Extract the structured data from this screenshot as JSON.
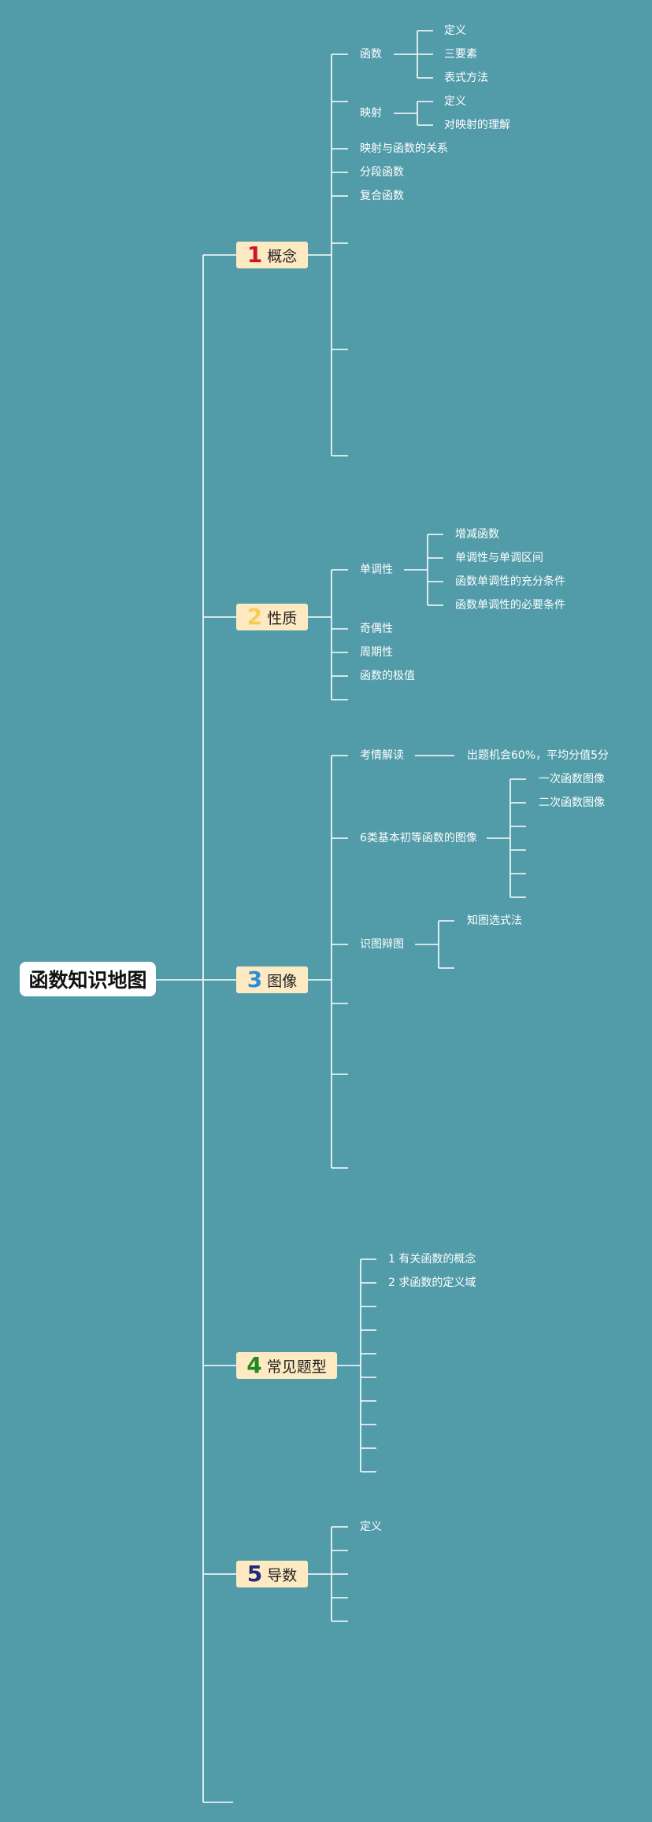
{
  "root": {
    "label": "函数知识地图"
  },
  "branches": [
    {
      "num": "1",
      "num_color": "#d0142c",
      "label": "概念"
    },
    {
      "num": "2",
      "num_color": "#f5cd55",
      "label": "性质"
    },
    {
      "num": "3",
      "num_color": "#2a8fd6",
      "label": "图像"
    },
    {
      "num": "4",
      "num_color": "#1f8a1f",
      "label": "常见题型"
    },
    {
      "num": "5",
      "num_color": "#1f2b7a",
      "label": "导数"
    }
  ],
  "concept": {
    "hanshu": {
      "label": "函数",
      "children": [
        "定义",
        "三要素",
        "表式方法"
      ]
    },
    "yingshe": {
      "label": "映射",
      "children": [
        "定义",
        "对映射的理解"
      ]
    },
    "others": [
      "映射与函数的关系",
      "分段函数",
      "复合函数"
    ]
  },
  "property": {
    "dandiao": {
      "label": "单调性",
      "children": [
        "增减函数",
        "单调性与单调区间",
        "函数单调性的充分条件",
        "函数单调性的必要条件"
      ]
    },
    "others": [
      "奇偶性",
      "周期性",
      "函数的极值"
    ]
  },
  "graph": {
    "kaoqing": {
      "label": "考情解读",
      "child": "出题机会60%，平均分值5分"
    },
    "basic": {
      "label": "6类基本初等函数的图像",
      "children": [
        "一次函数图像",
        "二次函数图像"
      ]
    },
    "shitu": {
      "label": "识图辩图",
      "children": [
        "知图选式法"
      ]
    }
  },
  "question_types": [
    "1 有关函数的概念",
    "2 求函数的定义域"
  ],
  "derivative": [
    "定义"
  ]
}
